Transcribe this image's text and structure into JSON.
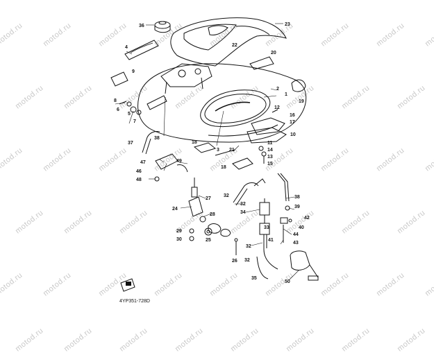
{
  "diagram": {
    "watermark_text": "motod.ru",
    "drawing_code": "4YP351-728D",
    "callouts": [
      "1",
      "2",
      "3",
      "4",
      "5",
      "6",
      "7",
      "8",
      "9",
      "10",
      "11",
      "12",
      "13",
      "14",
      "15",
      "16",
      "17",
      "18",
      "18",
      "19",
      "20",
      "21",
      "22",
      "23",
      "24",
      "25",
      "26",
      "27",
      "28",
      "29",
      "30",
      "32",
      "32",
      "32",
      "32",
      "33",
      "34",
      "35",
      "36",
      "37",
      "38",
      "38",
      "39",
      "40",
      "41",
      "42",
      "43",
      "44",
      "46",
      "47",
      "48",
      "49",
      "50"
    ]
  }
}
